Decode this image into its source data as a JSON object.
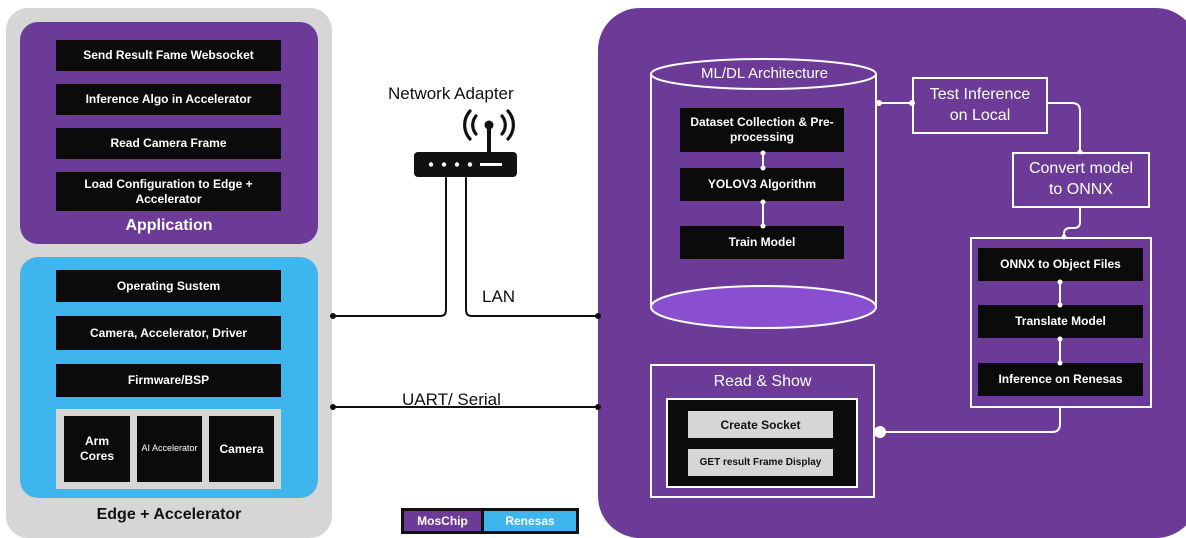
{
  "application": {
    "title": "Application",
    "items": [
      "Send Result Fame Websocket",
      "Inference Algo in Accelerator",
      "Read Camera Frame",
      "Load Configuration to Edge + Accelerator"
    ]
  },
  "edge": {
    "title": "Edge + Accelerator",
    "items": [
      "Operating Sustem",
      "Camera, Accelerator, Driver",
      "Firmware/BSP"
    ],
    "hw": [
      "Arm Cores",
      "AI Accelerator",
      "Camera"
    ]
  },
  "network": {
    "title": "Network Adapter",
    "lan": "LAN",
    "uart": "UART/ Serial"
  },
  "mldl": {
    "title": "ML/DL Architecture",
    "steps": [
      "Dataset Collection & Pre-processing",
      "YOLOV3 Algorithm",
      "Train Model"
    ]
  },
  "flow": {
    "test": "Test Inference on Local",
    "convert": "Convert model to ONNX",
    "onnx_steps": [
      "ONNX to Object Files",
      "Translate Model",
      "Inference on Renesas"
    ]
  },
  "read_show": {
    "title": "Read & Show",
    "buttons": [
      "Create Socket",
      "GET result Frame Display"
    ]
  },
  "legend": {
    "moschip": "MosChip",
    "renesas": "Renesas"
  },
  "colors": {
    "purple": "#6c3a97",
    "blue": "#3fb5ee",
    "gray": "#d6d6d6",
    "black": "#0b0b0b"
  }
}
